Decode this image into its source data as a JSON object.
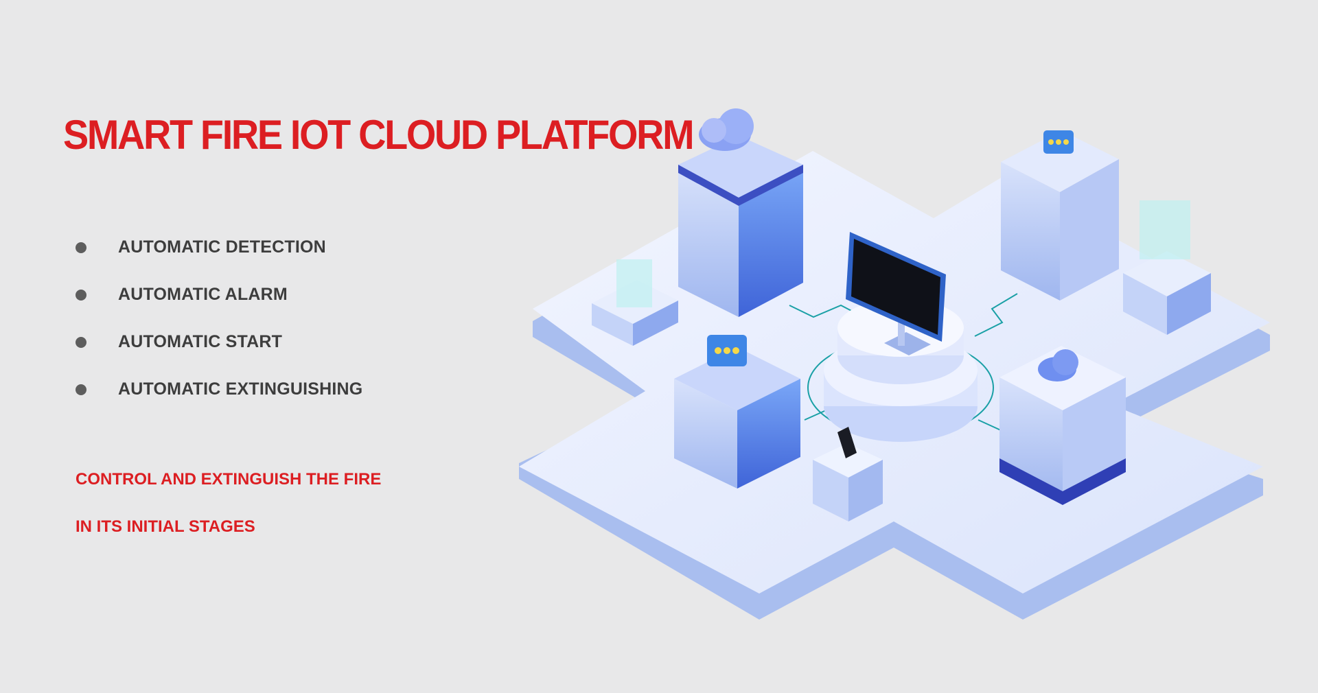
{
  "heading": {
    "title": "SMART FIRE IOT CLOUD PLATFORM"
  },
  "features": [
    "AUTOMATIC DETECTION",
    "AUTOMATIC ALARM",
    "AUTOMATIC START",
    "AUTOMATIC EXTINGUISHING"
  ],
  "tagline": {
    "line1": "CONTROL AND EXTINGUISH THE FIRE",
    "line2": "IN ITS INITIAL STAGES"
  },
  "colors": {
    "accent": "#dc1e22",
    "text": "#3d3d3d",
    "background": "#e8e8e9",
    "platform": "#dfe7fb",
    "server": "#4a5fd6"
  },
  "icons": [
    "cloud-icon",
    "chat-bubble-icon",
    "monitor-icon",
    "smartphone-icon",
    "server-icon",
    "chart-icon"
  ]
}
